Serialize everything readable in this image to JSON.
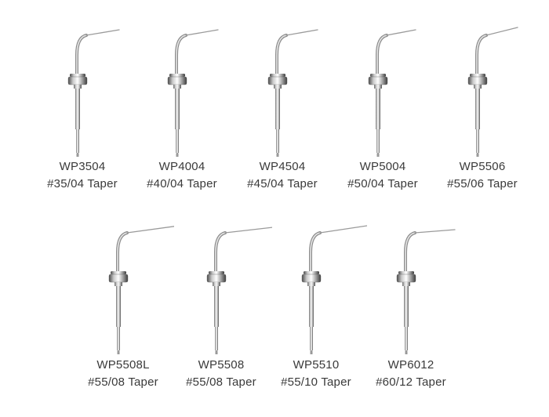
{
  "items": [
    {
      "code": "WP3504",
      "taper": "#35/04 Taper"
    },
    {
      "code": "WP4004",
      "taper": "#40/04 Taper"
    },
    {
      "code": "WP4504",
      "taper": "#45/04 Taper"
    },
    {
      "code": "WP5004",
      "taper": "#50/04 Taper"
    },
    {
      "code": "WP5506",
      "taper": "#55/06 Taper"
    },
    {
      "code": "WP5508L",
      "taper": "#55/08 Taper"
    },
    {
      "code": "WP5508",
      "taper": "#55/08 Taper"
    },
    {
      "code": "WP5510",
      "taper": "#55/10 Taper"
    },
    {
      "code": "WP6012",
      "taper": "#60/12 Taper"
    }
  ]
}
